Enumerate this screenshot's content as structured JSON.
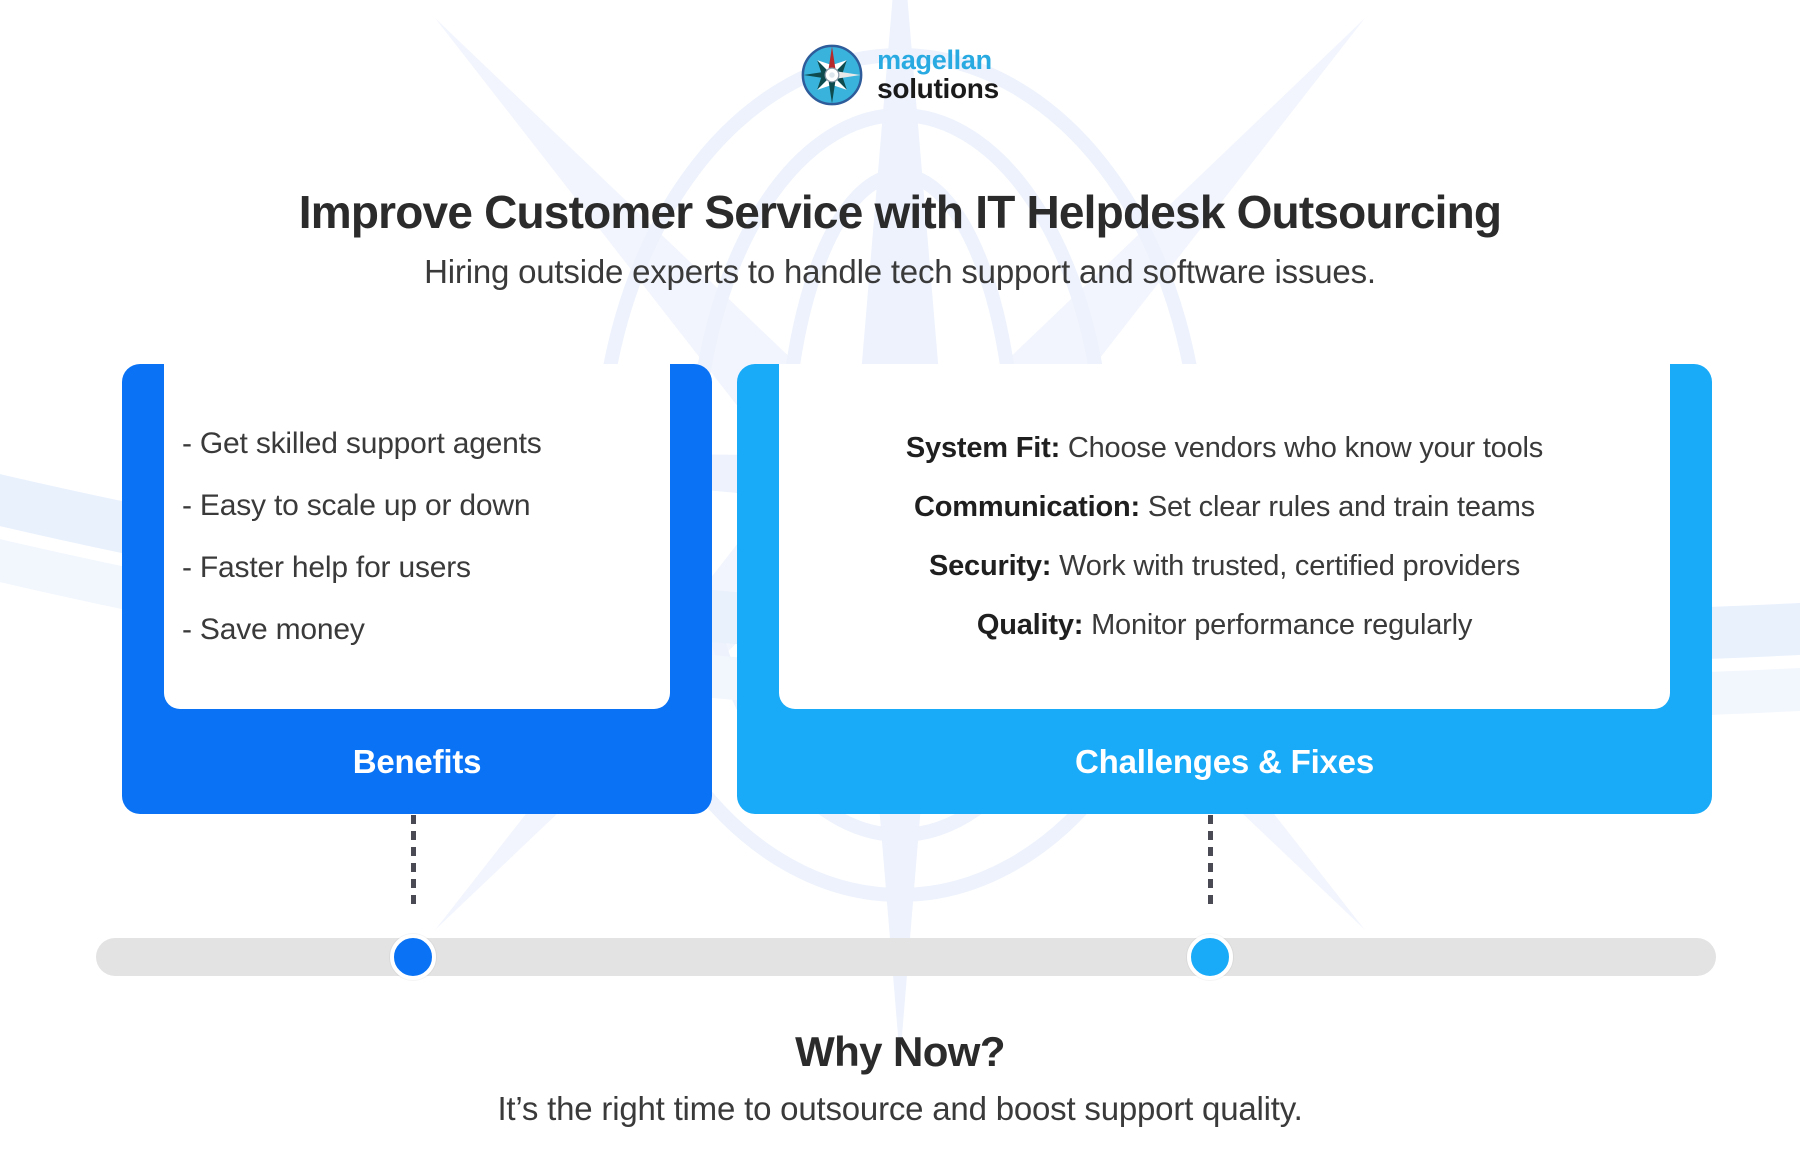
{
  "brand": {
    "logo_icon": "compass-rose-icon",
    "name_line1": "magellan",
    "name_line2": "solutions",
    "accent_cyan": "#29ABE2",
    "accent_dark": "#1A1A1A"
  },
  "header": {
    "title": "Improve Customer Service with IT Helpdesk Outsourcing",
    "subtitle": "Hiring outside experts to handle tech support and software issues."
  },
  "cards": {
    "benefits": {
      "label": "Benefits",
      "color": "#0A73F5",
      "items": [
        "- Get skilled support agents",
        "- Easy to scale up or down",
        "- Faster help for users",
        "- Save money"
      ]
    },
    "challenges": {
      "label": "Challenges & Fixes",
      "color": "#19AAF8",
      "items": [
        {
          "key": "System Fit:",
          "value": "Choose vendors who know your tools"
        },
        {
          "key": "Communication:",
          "value": "Set clear rules and train teams"
        },
        {
          "key": "Security:",
          "value": "Work with trusted, certified providers"
        },
        {
          "key": "Quality:",
          "value": "Monitor performance regularly"
        }
      ]
    }
  },
  "slider": {
    "track_color": "#E3E3E3",
    "knobs": [
      {
        "name": "benefits",
        "color": "#0A73F5"
      },
      {
        "name": "challenges",
        "color": "#19AAF8"
      }
    ]
  },
  "footer": {
    "title": "Why Now?",
    "subtitle": "It’s the right time to outsource and boost support quality."
  }
}
